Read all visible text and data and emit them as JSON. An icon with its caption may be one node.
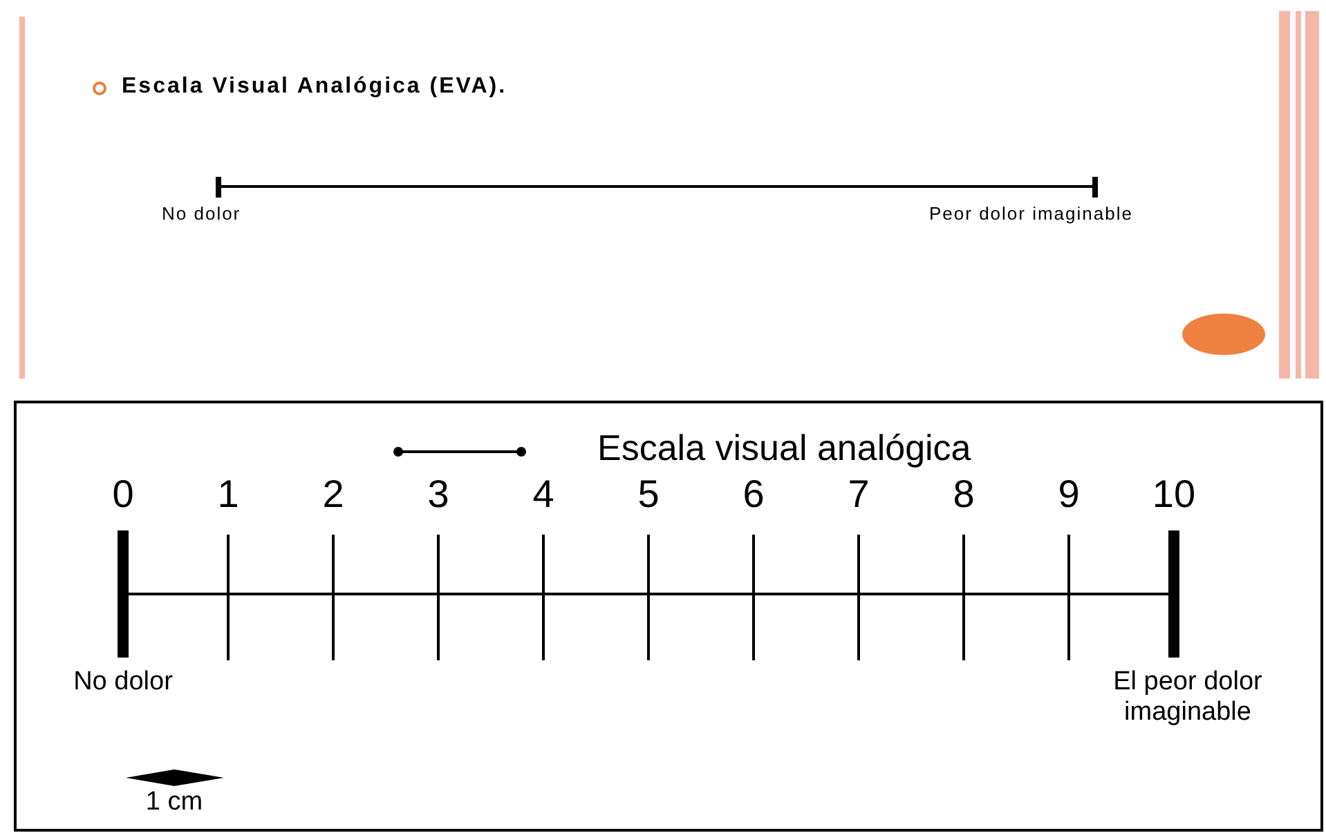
{
  "diagram": {
    "labels": [
      "Escala Visual Analógica (EVA).",
      "No dolor",
      "Peor dolor imaginable",
      "Escala visual analógica",
      "0",
      "1",
      "2",
      "3",
      "4",
      "5",
      "6",
      "7",
      "8",
      "9",
      "10",
      "No dolor",
      "El peor dolor imaginable",
      "1 cm"
    ]
  }
}
